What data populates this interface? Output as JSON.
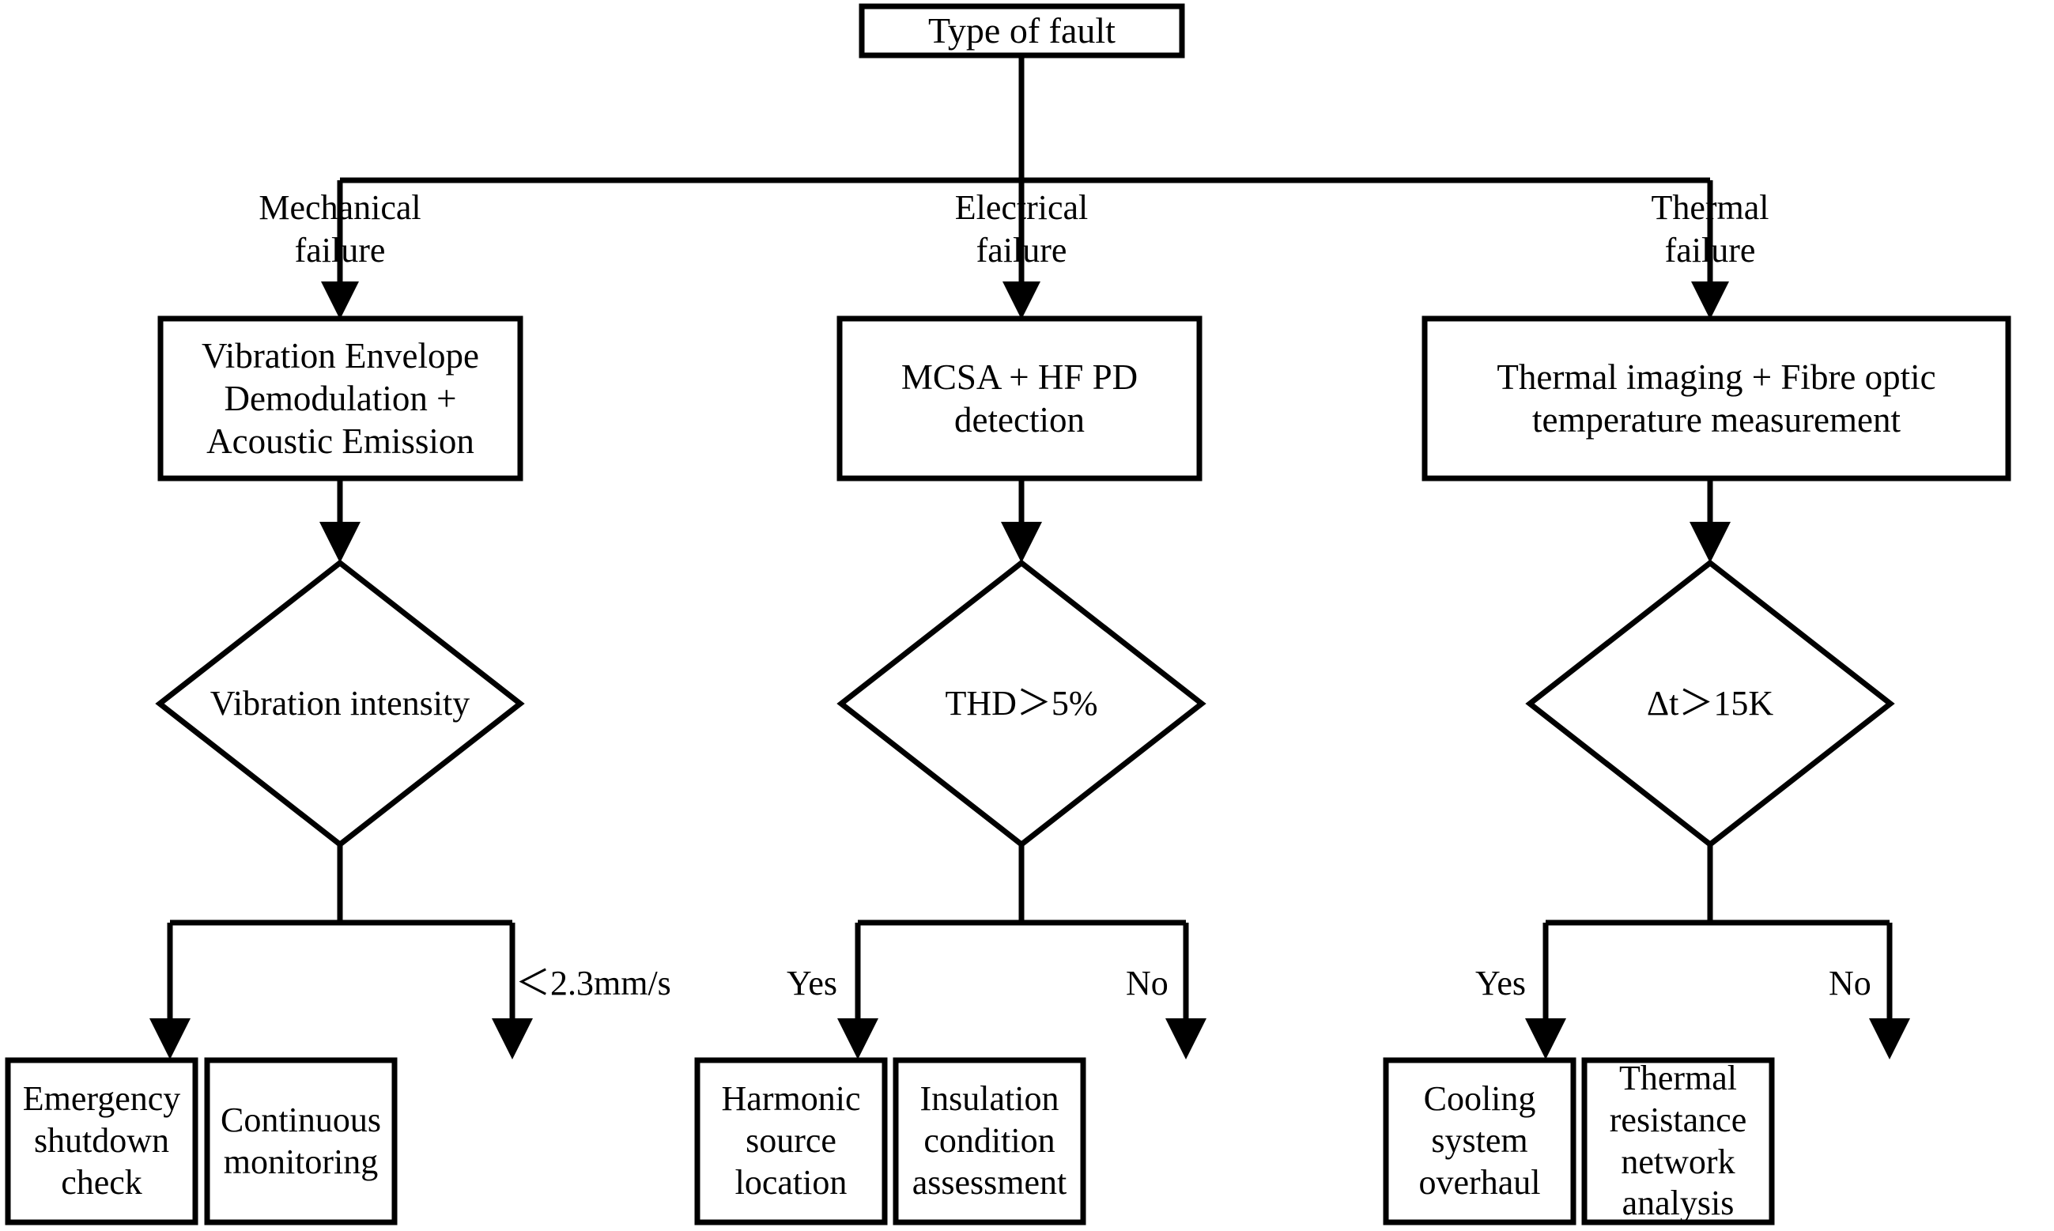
{
  "diagram": {
    "title": "Fault type diagnostic decision flowchart",
    "colors": {
      "stroke": "#000000",
      "fill": "#ffffff",
      "text": "#000000"
    },
    "root": {
      "label": "Type of fault"
    },
    "branch_labels": [
      {
        "label": "Mechanical\nfailure"
      },
      {
        "label": "Electrical\nfailure"
      },
      {
        "label": "Thermal\nfailure"
      }
    ],
    "process_nodes": [
      {
        "label": "Vibration Envelope\nDemodulation +\nAcoustic Emission"
      },
      {
        "label": "MCSA + HF PD\ndetection"
      },
      {
        "label": "Thermal imaging + Fibre optic\ntemperature measurement"
      }
    ],
    "decision_nodes": [
      {
        "label": "Vibration intensity"
      },
      {
        "label": "THD＞5%"
      },
      {
        "label": "Δt＞15K"
      }
    ],
    "edge_labels": [
      {
        "label": "＜2.3mm/s"
      },
      {
        "label": "Yes"
      },
      {
        "label": "No"
      },
      {
        "label": "Yes"
      },
      {
        "label": "No"
      }
    ],
    "result_nodes": [
      {
        "label": "Emergency\nshutdown check"
      },
      {
        "label": "Continuous\nmonitoring"
      },
      {
        "label": "Harmonic source\nlocation"
      },
      {
        "label": "Insulation\ncondition\nassessment"
      },
      {
        "label": "Cooling system\noverhaul"
      },
      {
        "label": "Thermal\nresistance\nnetwork analysis"
      }
    ]
  }
}
